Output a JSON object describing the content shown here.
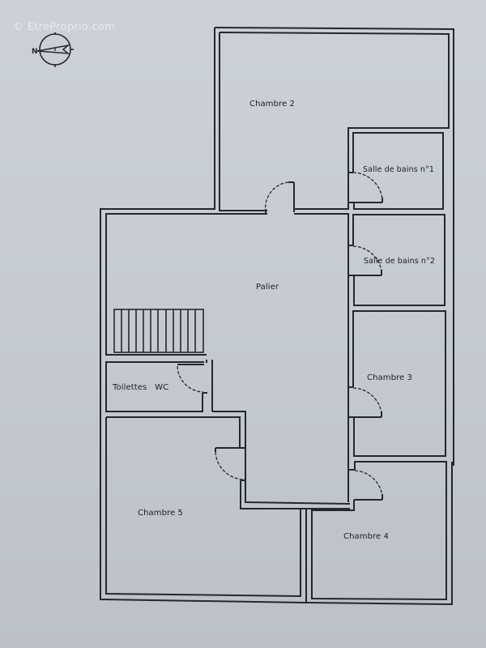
{
  "watermark": "© EtreProprio.com",
  "compass": {
    "icon": "compass-north-arrow-icon",
    "label": "N"
  },
  "floor_plan": {
    "rooms": [
      {
        "id": "chambre-2",
        "label": "Chambre 2"
      },
      {
        "id": "salle-de-bains-1",
        "label": "Salle de bains n°1"
      },
      {
        "id": "salle-de-bains-2",
        "label": "Salle de bains n°2"
      },
      {
        "id": "palier",
        "label": "Palier"
      },
      {
        "id": "chambre-3",
        "label": "Chambre 3"
      },
      {
        "id": "toilettes-wc",
        "label": "Toilettes   WC"
      },
      {
        "id": "chambre-5",
        "label": "Chambre 5"
      },
      {
        "id": "chambre-4",
        "label": "Chambre 4"
      }
    ],
    "staircase": {
      "steps": 11
    },
    "colors": {
      "paper": "#c6cbd3",
      "wall": "#24282c",
      "text": "#1c1f22"
    }
  }
}
